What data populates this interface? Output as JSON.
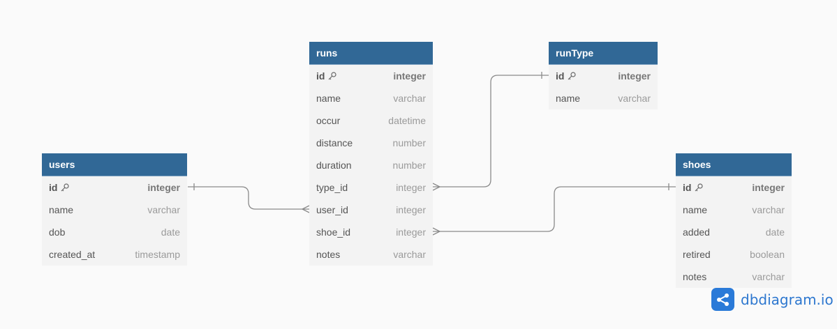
{
  "tables": {
    "users": {
      "name": "users",
      "columns": [
        {
          "name": "id",
          "type": "integer"
        },
        {
          "name": "name",
          "type": "varchar"
        },
        {
          "name": "dob",
          "type": "date"
        },
        {
          "name": "created_at",
          "type": "timestamp"
        }
      ]
    },
    "runs": {
      "name": "runs",
      "columns": [
        {
          "name": "id",
          "type": "integer"
        },
        {
          "name": "name",
          "type": "varchar"
        },
        {
          "name": "occur",
          "type": "datetime"
        },
        {
          "name": "distance",
          "type": "number"
        },
        {
          "name": "duration",
          "type": "number"
        },
        {
          "name": "type_id",
          "type": "integer"
        },
        {
          "name": "user_id",
          "type": "integer"
        },
        {
          "name": "shoe_id",
          "type": "integer"
        },
        {
          "name": "notes",
          "type": "varchar"
        }
      ]
    },
    "runType": {
      "name": "runType",
      "columns": [
        {
          "name": "id",
          "type": "integer"
        },
        {
          "name": "name",
          "type": "varchar"
        }
      ]
    },
    "shoes": {
      "name": "shoes",
      "columns": [
        {
          "name": "id",
          "type": "integer"
        },
        {
          "name": "name",
          "type": "varchar"
        },
        {
          "name": "added",
          "type": "date"
        },
        {
          "name": "retired",
          "type": "boolean"
        },
        {
          "name": "notes",
          "type": "varchar"
        }
      ]
    }
  },
  "brand": {
    "name": "dbdiagram.io"
  },
  "colors": {
    "header": "#316896",
    "row": "#f3f3f3",
    "connector": "#8a8a8a",
    "brand": "#2a7ad8"
  },
  "icons": {
    "primary_key": "key-icon",
    "logo": "share-nodes-icon"
  }
}
